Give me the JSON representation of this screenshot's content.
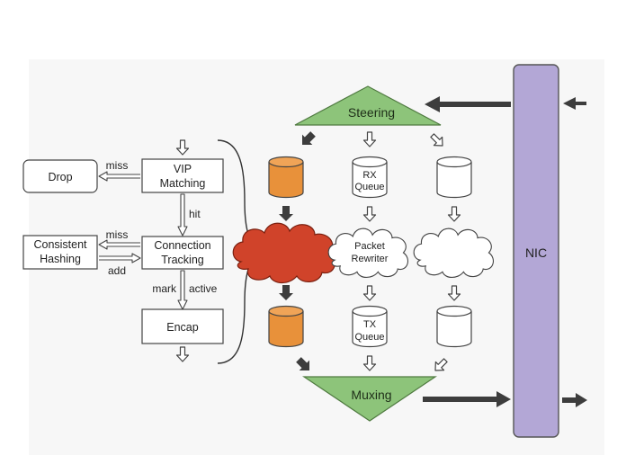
{
  "colors": {
    "background_panel": "#f7f7f7",
    "nic_fill": "#b3a7d6",
    "nic_stroke": "#555555",
    "triangle_fill": "#8dc47a",
    "triangle_stroke": "#4f7a40",
    "orange": "#e8913a",
    "red_cloud": "#d0432a",
    "arrow_dark": "#3d3d3d"
  },
  "pipeline": {
    "vip_line1": "VIP",
    "vip_line2": "Matching",
    "drop": "Drop",
    "miss_top": "miss",
    "hit": "hit",
    "conn_line1": "Connection",
    "conn_line2": "Tracking",
    "consistent_line1": "Consistent",
    "consistent_line2": "Hashing",
    "miss_mid": "miss",
    "add": "add",
    "mark": "mark",
    "active": "active",
    "encap": "Encap"
  },
  "dataplane": {
    "steering": "Steering",
    "muxing": "Muxing",
    "nic": "NIC",
    "rx_line1": "RX",
    "rx_line2": "Queue",
    "packet_line1": "Packet",
    "packet_line2": "Rewriter",
    "tx_line1": "TX",
    "tx_line2": "Queue"
  }
}
